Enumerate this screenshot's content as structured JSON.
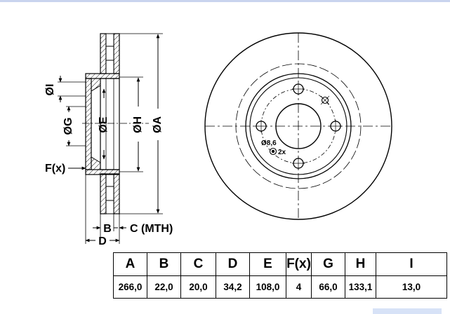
{
  "dimension_labels": {
    "I": "ØI",
    "G": "ØG",
    "E": "ØE",
    "H": "ØH",
    "A": "ØA",
    "F": "F(x)",
    "B": "B",
    "C": "C (MTH)",
    "D": "D",
    "bolt_hole": "Ø8,6",
    "secondary_holes": "2x"
  },
  "table": {
    "headers": [
      "A",
      "B",
      "C",
      "D",
      "E",
      "F(x)",
      "G",
      "H",
      "I"
    ],
    "values": [
      "266,0",
      "22,0",
      "20,0",
      "34,2",
      "108,0",
      "4",
      "66,0",
      "133,1",
      "13,0"
    ]
  }
}
